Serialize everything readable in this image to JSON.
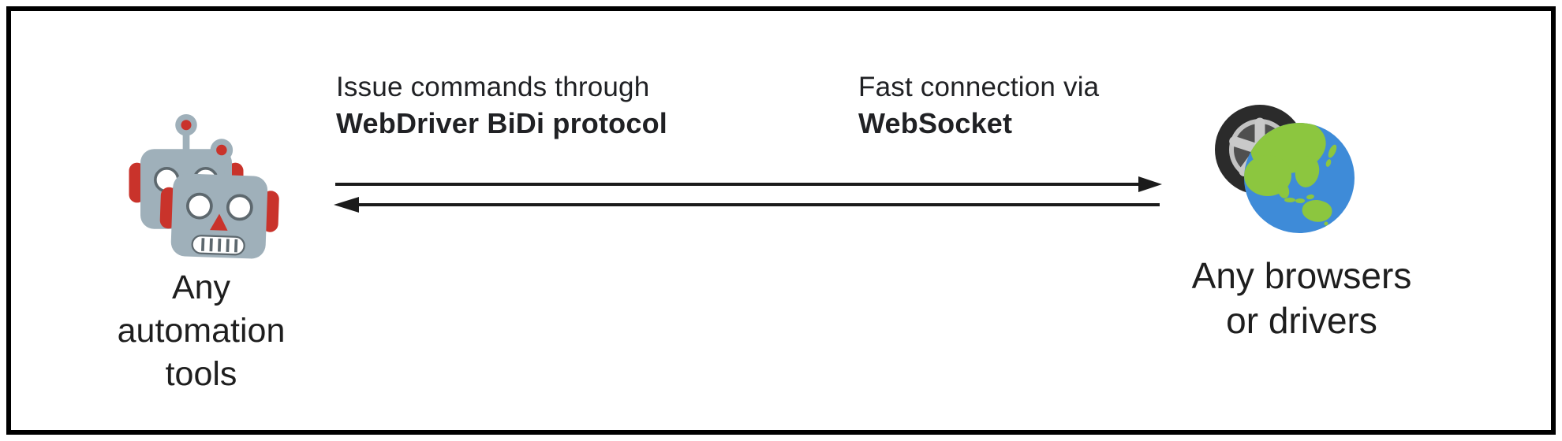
{
  "nodes": {
    "automation": {
      "line1": "Any",
      "line2": "automation",
      "line3": "tools"
    },
    "browsers": {
      "line1": "Any browsers",
      "line2": "or drivers"
    }
  },
  "annotations": {
    "command": {
      "line1": "Issue commands through",
      "line2": "WebDriver BiDi protocol"
    },
    "connection": {
      "line1": "Fast connection via",
      "line2": "WebSocket"
    }
  },
  "icons": {
    "left": "robots-icon",
    "right": "globe-with-tire-icon"
  },
  "colors": {
    "robot_head": "#9fb0ba",
    "robot_red": "#c9332b",
    "globe_ocean": "#3e8bd8",
    "globe_land": "#8cc63f",
    "tire": "#2b2b2b",
    "arrow": "#1b1b1b",
    "text": "#202124",
    "border": "#000000"
  }
}
